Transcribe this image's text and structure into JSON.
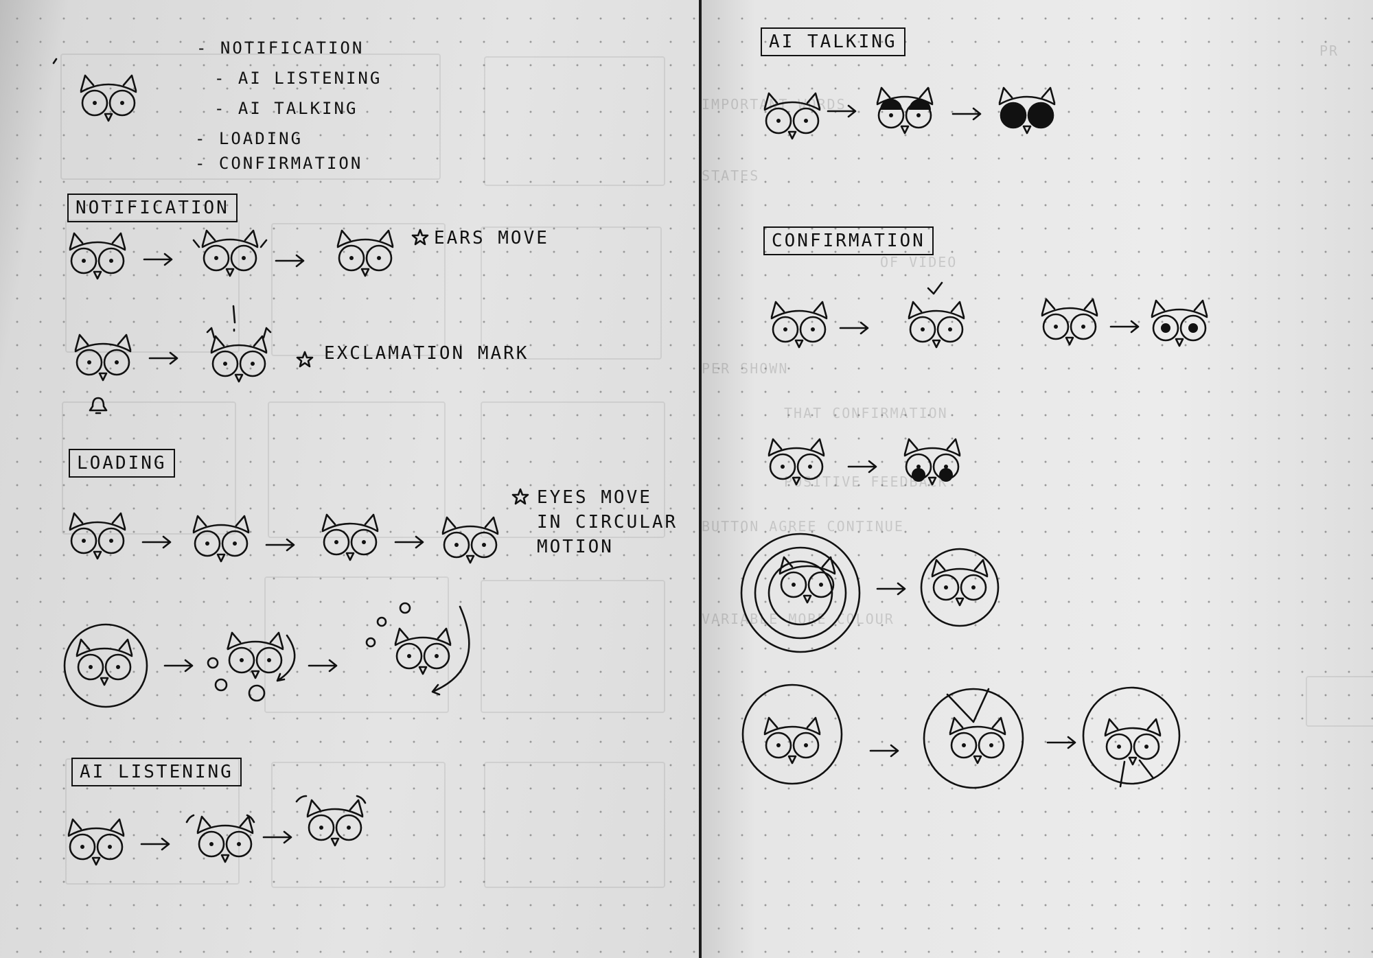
{
  "overview": {
    "items": [
      "- NOTIFICATION",
      "- AI LISTENING",
      "- AI TALKING",
      "- LOADING",
      "- CONFIRMATION"
    ]
  },
  "sections": {
    "notification": "NOTIFICATION",
    "loading": "LOADING",
    "ai_listening": "AI LISTENING",
    "ai_talking": "AI TALKING",
    "confirmation": "CONFIRMATION"
  },
  "notes": {
    "ears_move": "EARS MOVE",
    "exclamation_mark": "EXCLAMATION MARK",
    "eyes_move_line1": "EYES MOVE",
    "eyes_move_line2": "IN CIRCULAR",
    "eyes_move_line3": "MOTION"
  },
  "icons": {
    "character": "owl-icon",
    "arrow": "arrow-right-icon",
    "bell": "bell-icon",
    "star": "star-bullet-icon",
    "check": "checkmark-icon"
  },
  "colors": {
    "ink": "#111111",
    "paper": "#e4e4e4"
  }
}
